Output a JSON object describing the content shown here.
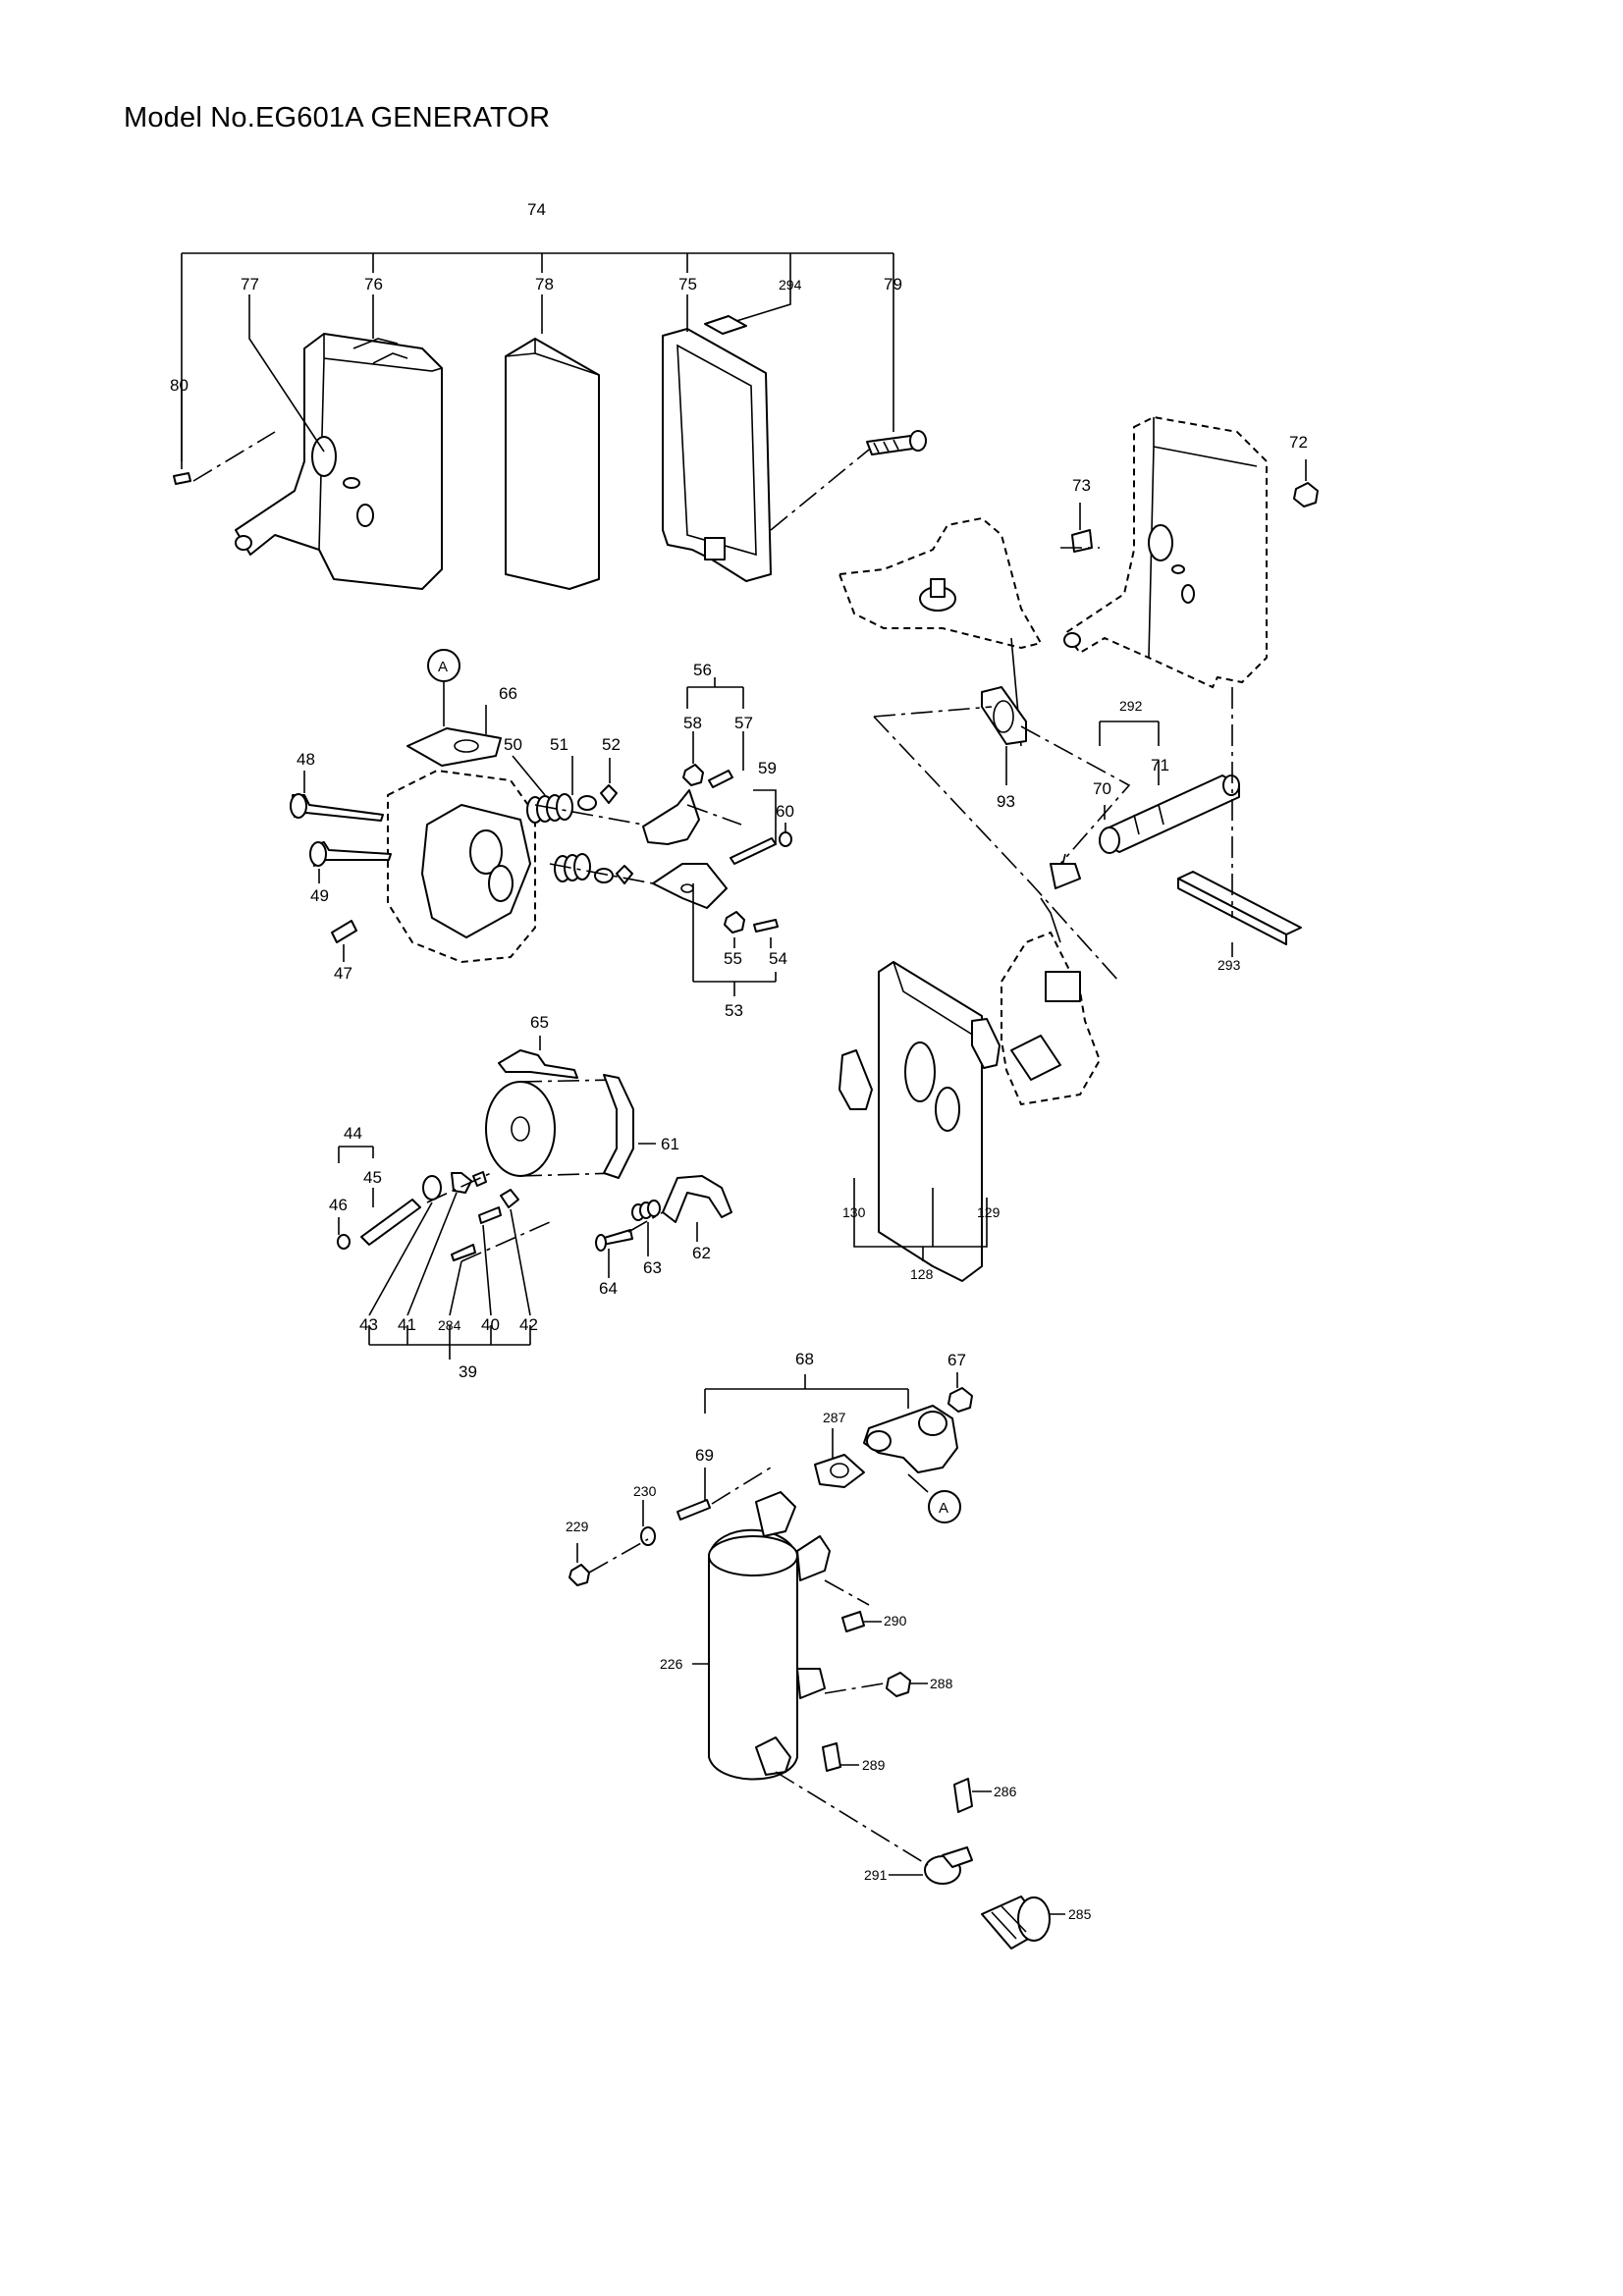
{
  "title": "Model No.EG601A GENERATOR",
  "callouts": {
    "c74": "74",
    "c77": "77",
    "c76": "76",
    "c78": "78",
    "c75": "75",
    "c294": "294",
    "c79": "79",
    "c80": "80",
    "c72": "72",
    "c73": "73",
    "cA1": "A",
    "c66": "66",
    "c56": "56",
    "c58": "58",
    "c57": "57",
    "c48": "48",
    "c50": "50",
    "c51": "51",
    "c52": "52",
    "c59": "59",
    "c60": "60",
    "c49": "49",
    "c47": "47",
    "c55": "55",
    "c54": "54",
    "c53": "53",
    "c292": "292",
    "c71": "71",
    "c70": "70",
    "c93": "93",
    "c293": "293",
    "c65": "65",
    "c44": "44",
    "c45": "45",
    "c46": "46",
    "c61": "61",
    "c62": "62",
    "c63": "63",
    "c64": "64",
    "c43": "43",
    "c41": "41",
    "c284": "284",
    "c40": "40",
    "c42": "42",
    "c39": "39",
    "c130": "130",
    "c129": "129",
    "c128": "128",
    "c68": "68",
    "c67": "67",
    "c287": "287",
    "c69": "69",
    "cA2": "A",
    "c230": "230",
    "c229": "229",
    "c290": "290",
    "c226": "226",
    "c288": "288",
    "c289": "289",
    "c286": "286",
    "c291": "291",
    "c285": "285"
  }
}
